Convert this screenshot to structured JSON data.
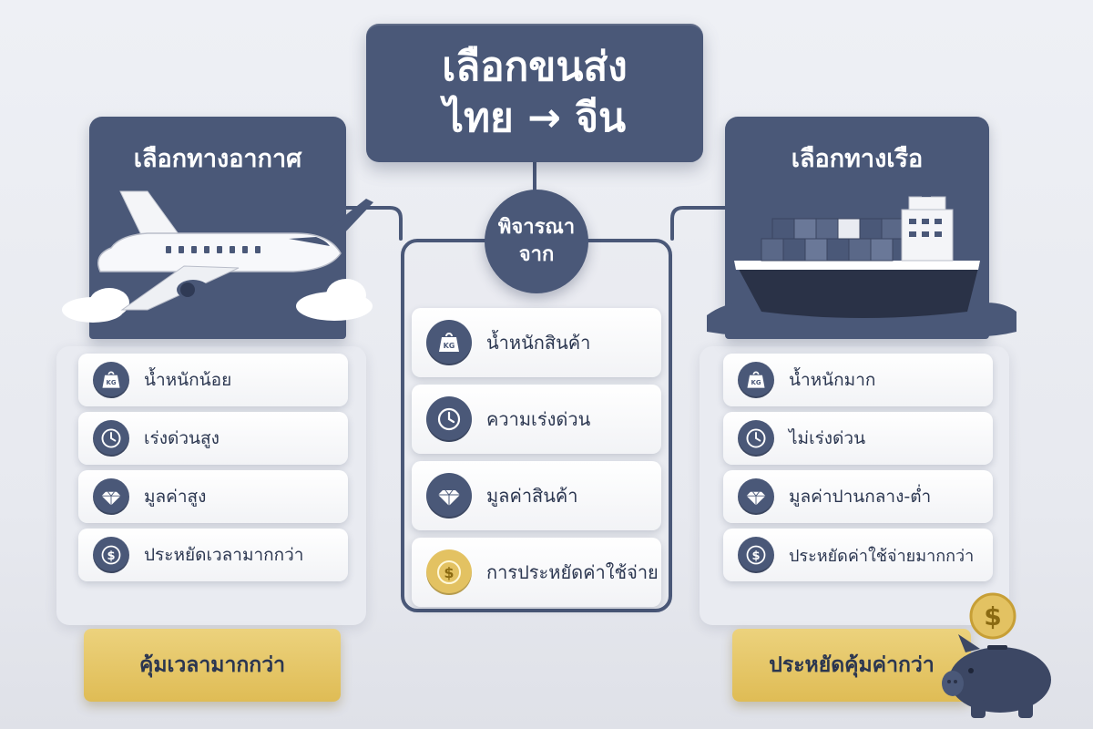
{
  "title": {
    "line1": "เลือกขนส่ง",
    "line2": "ไทย → จีน"
  },
  "center": {
    "heading_line1": "พิจารณา",
    "heading_line2": "จาก",
    "factors": [
      {
        "icon": "weight-kg-icon",
        "label": "น้ำหนักสินค้า"
      },
      {
        "icon": "clock-icon",
        "label": "ความเร่งด่วน"
      },
      {
        "icon": "diamond-icon",
        "label": "มูลค่าสินค้า"
      },
      {
        "icon": "coin-dollar-icon",
        "label": "การประหยัดค่าใช้จ่าย"
      }
    ]
  },
  "air": {
    "title": "เลือกทางอากาศ",
    "items": [
      {
        "icon": "weight-kg-icon",
        "label": "น้ำหนักน้อย"
      },
      {
        "icon": "clock-icon",
        "label": "เร่งด่วนสูง"
      },
      {
        "icon": "diamond-icon",
        "label": "มูลค่าสูง"
      },
      {
        "icon": "dollar-icon",
        "label": "ประหยัดเวลามากกว่า"
      }
    ],
    "result": "คุ้มเวลามากกว่า"
  },
  "sea": {
    "title": "เลือกทางเรือ",
    "items": [
      {
        "icon": "weight-kg-icon",
        "label": "น้ำหนักมาก"
      },
      {
        "icon": "clock-icon",
        "label": "ไม่เร่งด่วน"
      },
      {
        "icon": "diamond-icon",
        "label": "มูลค่าปานกลาง-ต่ำ"
      },
      {
        "icon": "dollar-icon",
        "label": "ประหยัดค่าใช้จ่ายมากกว่า"
      }
    ],
    "result": "ประหยัดคุ้มค่ากว่า"
  },
  "icon_text": {
    "kg": "KG",
    "dollar": "$"
  },
  "colors": {
    "navy": "#4a5878",
    "gold": "#e3c262",
    "card": "#ffffff",
    "text": "#2b3650"
  }
}
